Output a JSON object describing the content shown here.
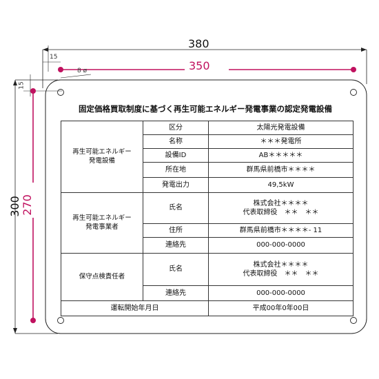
{
  "dimensions": {
    "overall_width": "380",
    "inner_width": "350",
    "overall_height": "300",
    "inner_height": "270",
    "margin_top": "15",
    "margin_left": "15",
    "hole": "8 ø"
  },
  "colors": {
    "accent": "#c0115f",
    "line": "#333333"
  },
  "plate": {
    "title": "固定価格買取制度に基づく再生可能エネルギー発電事業の認定発電設備",
    "facility": {
      "category": [
        "再生可能エネルギー",
        "発電設備"
      ],
      "rows": [
        {
          "label": "区分",
          "value": "太陽光発電設備"
        },
        {
          "label": "名称",
          "value": "＊＊＊発電所"
        },
        {
          "label": "設備ID",
          "value": "AB＊＊＊＊＊"
        },
        {
          "label": "所在地",
          "value": "群馬県前橋市＊＊＊＊"
        },
        {
          "label": "発電出力",
          "value": "49,5kW"
        }
      ]
    },
    "operator": {
      "category": [
        "再生可能エネルギー",
        "発電事業者"
      ],
      "name_label": "氏名",
      "name_lines": [
        "株式会社＊＊＊＊",
        "代表取締役　＊＊　＊＊"
      ],
      "address_label": "住所",
      "address_value": "群馬県前橋市＊＊＊＊- 11",
      "contact_label": "連絡先",
      "contact_value": "000-000-0000"
    },
    "inspector": {
      "category": "保守点検責任者",
      "name_label": "氏名",
      "name_lines": [
        "株式会社＊＊＊＊",
        "代表取締役　＊＊　＊＊"
      ],
      "contact_label": "連絡先",
      "contact_value": "000-000-0000"
    },
    "start": {
      "label": "運転開始年月日",
      "value": "平成00年0年00日"
    }
  }
}
